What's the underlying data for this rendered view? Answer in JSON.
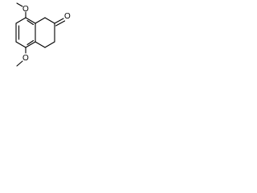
{
  "molecule": {
    "atoms": {
      "top_methoxy_oxygen": "O",
      "bottom_methoxy_oxygen": "O",
      "ketone_oxygen": "O"
    },
    "colors": {
      "bond": "#000000",
      "label": "#000000",
      "background": "#ffffff"
    }
  }
}
